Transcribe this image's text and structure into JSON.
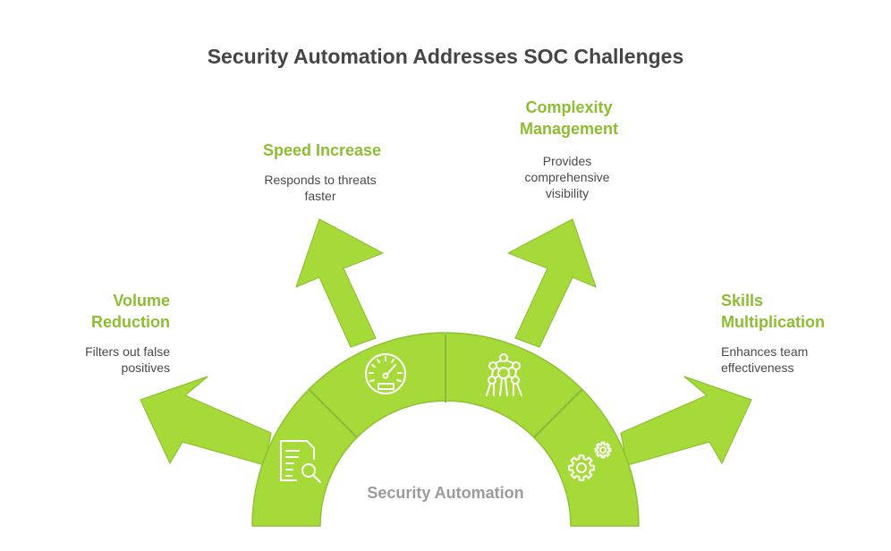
{
  "title": "Security Automation Addresses SOC Challenges",
  "center_label": "Security Automation",
  "colors": {
    "arc_fill": "#a6da38",
    "arc_stroke": "#8cc232",
    "divider": "#8ab83a",
    "label_green": "#8cbd32",
    "title_text": "#454545",
    "desc_text": "#4a4a4a",
    "center_text": "#9b9b9b",
    "icon_stroke": "#ffffff"
  },
  "segments": [
    {
      "id": "volume-reduction",
      "label_lines": [
        "Volume",
        "Reduction"
      ],
      "desc_lines": [
        "Filters out false",
        "positives"
      ],
      "icon": "document-search-icon"
    },
    {
      "id": "speed-increase",
      "label_lines": [
        "Speed Increase"
      ],
      "desc_lines": [
        "Responds to threats",
        "faster"
      ],
      "icon": "speedometer-icon"
    },
    {
      "id": "complexity-management",
      "label_lines": [
        "Complexity",
        "Management"
      ],
      "desc_lines": [
        "Provides",
        "comprehensive",
        "visibility"
      ],
      "icon": "network-structure-icon"
    },
    {
      "id": "skills-multiplication",
      "label_lines": [
        "Skills",
        "Multiplication"
      ],
      "desc_lines": [
        "Enhances team",
        "effectiveness"
      ],
      "icon": "gears-icon"
    }
  ]
}
